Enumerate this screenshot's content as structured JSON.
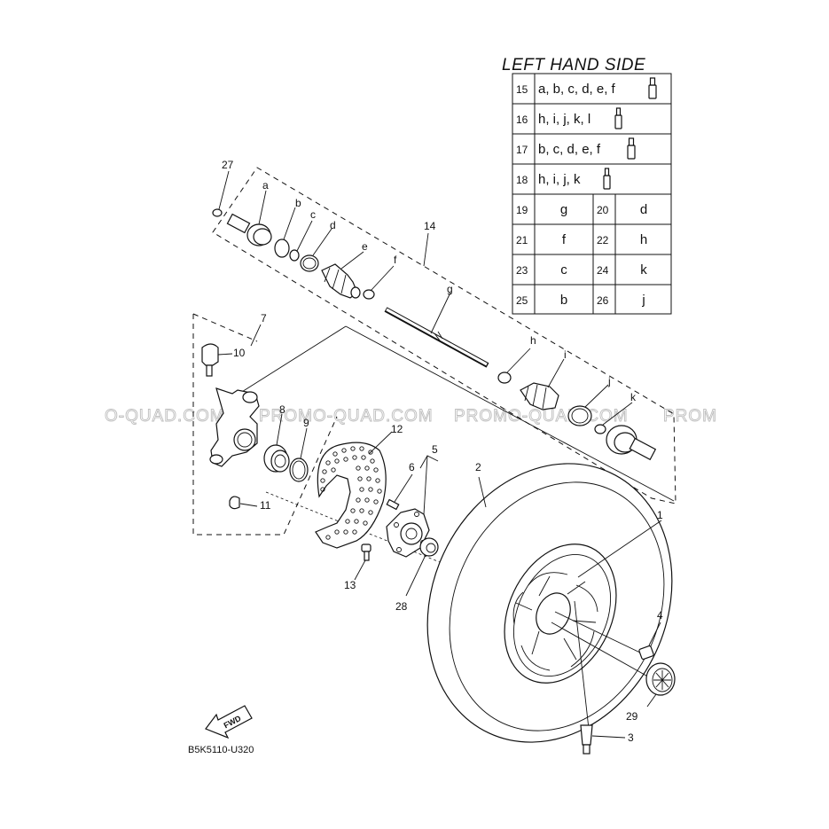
{
  "title": "LEFT HAND SIDE",
  "diagram_code": "B5K5110-U320",
  "fwd_label": "FWD",
  "watermark": "PROMO-QUAD.COM",
  "watermark_fragments": {
    "left": "O-QUAD.COM",
    "right": "PROM"
  },
  "table_rows_single": [
    {
      "num": "15",
      "text": "a, b, c, d, e, f",
      "tube": "tube-icon"
    },
    {
      "num": "16",
      "text": "h, i, j, k, l",
      "tube": "tube-icon"
    },
    {
      "num": "17",
      "text": "b, c, d, e, f",
      "tube": "tube-icon"
    },
    {
      "num": "18",
      "text": "h, i, j, k",
      "tube": "tube-icon"
    }
  ],
  "table_rows_pairs": [
    {
      "n1": "19",
      "v1": "g",
      "n2": "20",
      "v2": "d"
    },
    {
      "n1": "21",
      "v1": "f",
      "n2": "22",
      "v2": "h"
    },
    {
      "n1": "23",
      "v1": "c",
      "n2": "24",
      "v2": "k"
    },
    {
      "n1": "25",
      "v1": "b",
      "n2": "26",
      "v2": "j"
    }
  ],
  "callouts": {
    "n1": "1",
    "n2": "2",
    "n3": "3",
    "n4": "4",
    "n5": "5",
    "n6": "6",
    "n7": "7",
    "n8": "8",
    "n9": "9",
    "n10": "10",
    "n11": "11",
    "n12": "12",
    "n13": "13",
    "n14": "14",
    "n27": "27",
    "n28": "28",
    "n29": "29",
    "a": "a",
    "b": "b",
    "c": "c",
    "d": "d",
    "e": "e",
    "f": "f",
    "g": "g",
    "h": "h",
    "i": "i",
    "j": "j",
    "k": "k"
  },
  "colors": {
    "ink": "#111111",
    "watermark": "#bdbdbd",
    "background": "#ffffff"
  }
}
